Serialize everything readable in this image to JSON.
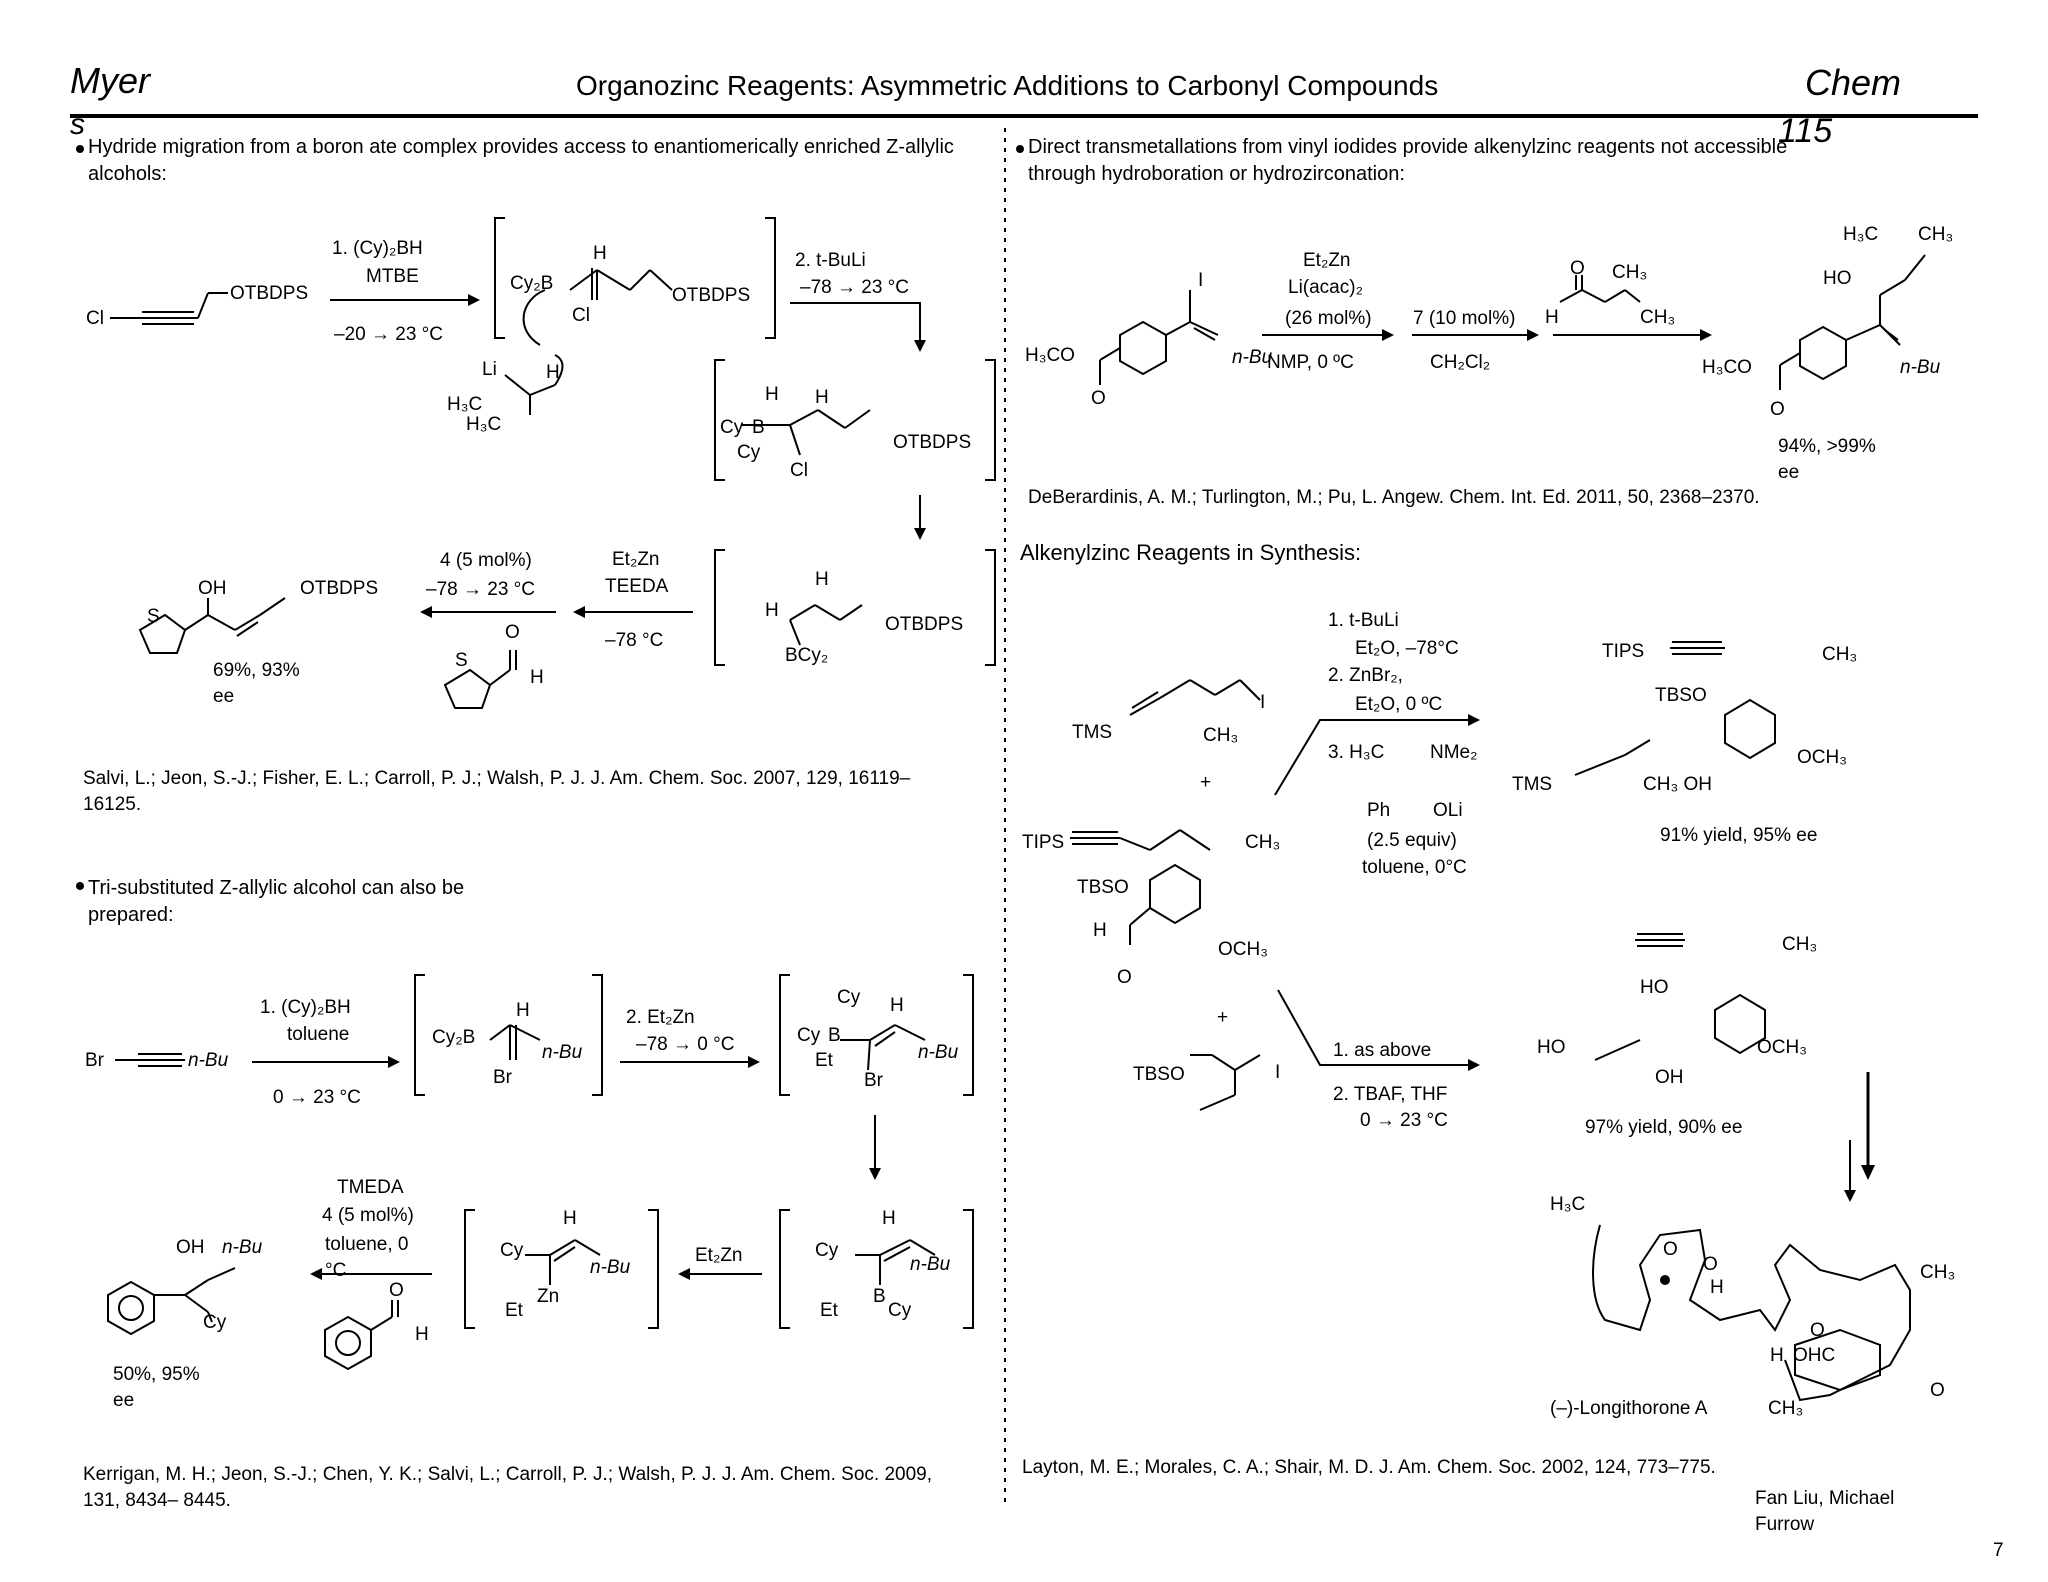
{
  "header": {
    "left_top": "Myer",
    "left_bottom": "s",
    "title": "Organozinc Reagents: Asymmetric Additions to Carbonyl Compounds",
    "right_top": "Chem",
    "right_bottom": "115"
  },
  "left": {
    "bullet1": "Hydride migration from a boron ate complex provides access to enantiomerically enriched Z-allylic alcohols:",
    "s1": {
      "start": "Cl",
      "start_group": "OTBDPS",
      "step1_reagent": "1. (Cy)₂BH",
      "step1_solvent": "MTBE",
      "step1_temp": "–20 → 23 °C",
      "int1_cy2b": "Cy₂B",
      "int1_h": "H",
      "int1_cl": "Cl",
      "int1_group": "OTBDPS",
      "li": "Li",
      "li_h": "H",
      "h3c_a": "H₃C",
      "h3c_b": "H₃C",
      "step2_reagent": "2. t-BuLi",
      "step2_temp": "–78 → 23 °C",
      "ate_cy1": "Cy",
      "ate_b": "B",
      "ate_cy2": "Cy",
      "ate_h1": "H",
      "ate_h2": "H",
      "ate_cl": "Cl",
      "ate_group": "OTBDPS",
      "int3_h1": "H",
      "int3_h2": "H",
      "int3_bcy2": "BCy₂",
      "int3_group": "OTBDPS",
      "cond_a": "4 (5 mol%)",
      "cond_a_temp": "–78 → 23 °C",
      "cond_b1": "Et₂Zn",
      "cond_b2": "TEEDA",
      "cond_b_temp": "–78 °C",
      "aldehyde_s": "S",
      "aldehyde_o": "O",
      "aldehyde_h": "H",
      "product_oh": "OH",
      "product_s": "S",
      "product_group": "OTBDPS",
      "product_yield": "69%, 93% ee"
    },
    "ref1": "Salvi, L.; Jeon, S.-J.; Fisher, E. L.; Carroll, P. J.; Walsh, P. J. J. Am. Chem. Soc. 2007, 129, 16119– 16125.",
    "bullet2": "Tri-substituted Z-allylic alcohol can also be prepared:",
    "s2": {
      "start_br": "Br",
      "start_nbu": "n-Bu",
      "step1_reagent": "1. (Cy)₂BH",
      "step1_solvent": "toluene",
      "step1_temp": "0 → 23 °C",
      "int1_cy2b": "Cy₂B",
      "int1_h": "H",
      "int1_nbu": "n-Bu",
      "int1_br": "Br",
      "step2_reagent": "2. Et₂Zn",
      "step2_temp": "–78 → 0 °C",
      "ate_cy_top": "Cy",
      "ate_cy": "Cy",
      "ate_b": "B",
      "ate_et": "Et",
      "ate_h": "H",
      "ate_nbu": "n-Bu",
      "ate_br": "Br",
      "b_cy1": "Cy",
      "b_h": "H",
      "b_nbu": "n-Bu",
      "b_et": "Et",
      "b_b": "B",
      "b_cy2": "Cy",
      "et2zn": "Et₂Zn",
      "zn_cy": "Cy",
      "zn_h": "H",
      "zn_nbu": "n-Bu",
      "zn_zn": "Zn",
      "zn_et": "Et",
      "cond1": "TMEDA",
      "cond2": "4 (5 mol%)",
      "cond3": "toluene, 0 °C",
      "benz_o": "O",
      "benz_h": "H",
      "product_oh": "OH",
      "product_nbu": "n-Bu",
      "product_cy": "Cy",
      "product_yield": "50%, 95% ee"
    },
    "ref2": "Kerrigan, M. H.; Jeon, S.-J.; Chen, Y. K.; Salvi, L.; Carroll, P. J.; Walsh, P. J. J. Am. Chem. Soc. 2009, 131, 8434– 8445."
  },
  "right": {
    "bullet1": "Direct transmetallations from vinyl iodides provide alkenylzinc reagents not accessible through hydroboration or hydrozirconation:",
    "s3": {
      "sm_i": "I",
      "sm_h3co": "H₃CO",
      "sm_o": "O",
      "sm_nbu": "n-Bu",
      "r1": "Et₂Zn",
      "r2": "Li(acac)₂",
      "r3": "(26 mol%)",
      "r4": "NMP, 0 ºC",
      "r5": "7 (10 mol%)",
      "r6": "CH₂Cl₂",
      "ald_o": "O",
      "ald_h": "H",
      "ald_ch3a": "CH₃",
      "ald_ch3b": "CH₃",
      "prod_h3c": "H₃C",
      "prod_ch3": "CH₃",
      "prod_ho": "HO",
      "prod_h3co": "H₃CO",
      "prod_o": "O",
      "prod_nbu": "n-Bu",
      "prod_yield": "94%, >99% ee"
    },
    "ref3": "DeBerardinis, A. M.; Turlington, M.; Pu, L. Angew. Chem. Int. Ed. 2011, 50, 2368–2370.",
    "section_title": "Alkenylzinc Reagents in Synthesis:",
    "s4": {
      "tms": "TMS",
      "ch3": "CH₃",
      "i": "I",
      "plus1": "+",
      "tips": "TIPS",
      "ch3b": "CH₃",
      "tbso": "TBSO",
      "h": "H",
      "o": "O",
      "och3": "OCH₃",
      "c1": "1. t-BuLi",
      "c2": "Et₂O, –78°C",
      "c3": "2. ZnBr₂,",
      "c4": "Et₂O, 0 ºC",
      "c5": "3. H₃C",
      "c6": "NMe₂",
      "c7": "Ph",
      "c8": "OLi",
      "c9": "(2.5 equiv)",
      "c10": "toluene, 0°C",
      "p_tips": "TIPS",
      "p_ch3": "CH₃",
      "p_tbso": "TBSO",
      "p_tms": "TMS",
      "p_ch3oh": "CH₃ OH",
      "p_och3": "OCH₃",
      "p_yield": "91% yield, 95% ee",
      "plus2": "+",
      "b_tbso": "TBSO",
      "b_i": "I",
      "d1": "1. as above",
      "d2": "2. TBAF, THF",
      "d3": "0 → 23 °C",
      "q_ch3": "CH₃",
      "q_ho1": "HO",
      "q_ho2": "HO",
      "q_oh": "OH",
      "q_och3": "OCH₃",
      "q_yield": "97% yield, 90% ee",
      "l_h3c": "H₃C",
      "l_o1": "O",
      "l_o2": "O",
      "l_h1": "H",
      "l_ch3": "CH₃",
      "l_o3": "O",
      "l_h2": "H",
      "l_ohc": "OHC",
      "l_o4": "O",
      "l_ch3b": "CH₃",
      "l_name": "(–)-Longithorone A"
    },
    "ref4": "Layton, M. E.; Morales, C. A.; Shair, M. D. J. Am. Chem. Soc. 2002, 124, 773–775."
  },
  "footer": {
    "authors": "Fan Liu, Michael Furrow",
    "page_number": "7"
  }
}
